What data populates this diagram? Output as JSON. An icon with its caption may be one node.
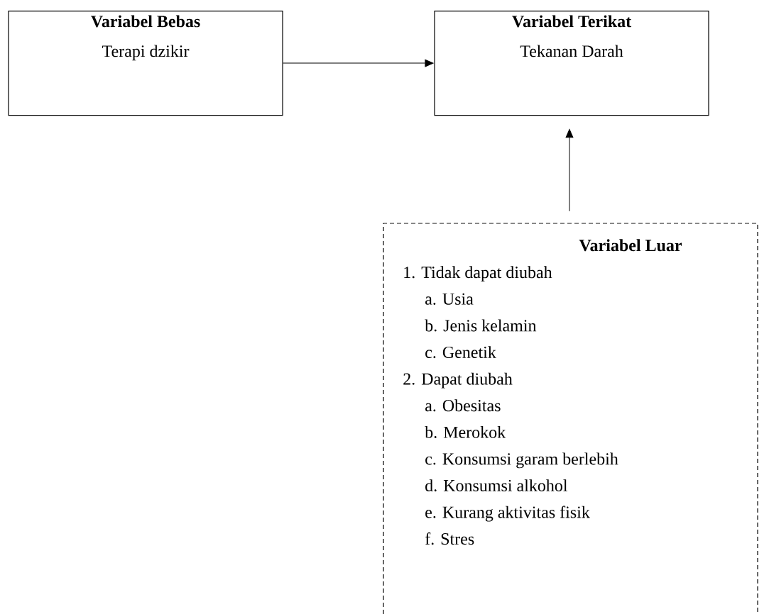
{
  "diagram": {
    "nodes": [
      {
        "text": [
          "Variabel Bebas",
          "Terapi dzikir"
        ]
      },
      {
        "text": [
          "Variabel Terikat",
          "Tekanan Darah"
        ]
      },
      {
        "text": [
          "Variabel Luar",
          "1. Tidak dapat diubah",
          "a. Usia",
          "b. Jenis kelamin",
          "c. Genetik",
          "2. Dapat diubah",
          "a. Obesitas",
          "b. Merokok",
          "c. Konsumsi garam berlebih",
          "d. Konsumsi alkohol",
          "e. Kurang aktivitas fisik",
          "f. Stres"
        ]
      }
    ],
    "edges": [
      {
        "from": 0,
        "to": 1,
        "arrow": "to"
      },
      {
        "from": 2,
        "to": 1,
        "arrow": "to"
      }
    ]
  }
}
